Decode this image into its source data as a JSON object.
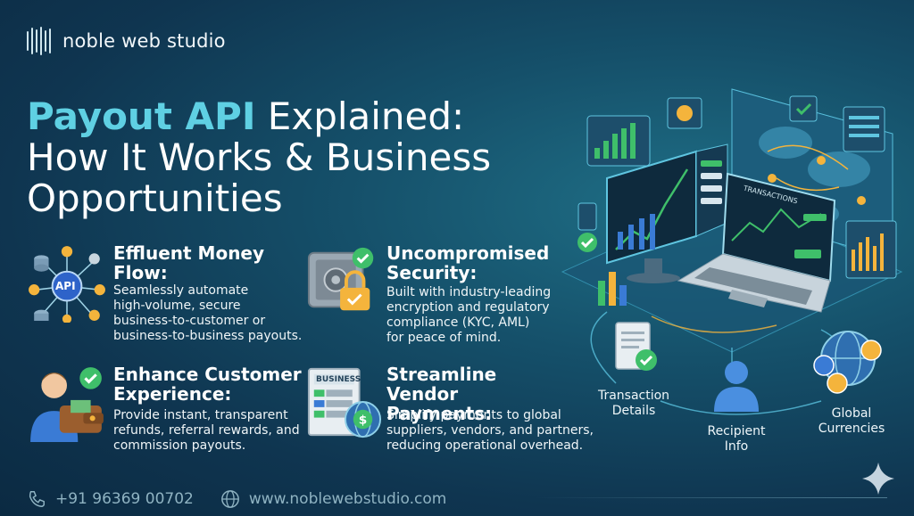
{
  "brand": {
    "name": "noble web studio"
  },
  "headline": {
    "accent": "Payout API",
    "rest": " Explained:",
    "line2": "How It Works & Business",
    "line3": "Opportunities"
  },
  "features": [
    {
      "title_l1": "Effluent Money",
      "title_l2": "Flow:",
      "body": [
        "Seamlessly automate",
        "high-volume, secure",
        "business-to-customer or",
        "business-to-business payouts."
      ],
      "icon": "api-hub-icon",
      "icon_label": "API"
    },
    {
      "title_l1": "Uncompromised",
      "title_l2": "Security:",
      "body": [
        "Built with industry-leading",
        "encryption and regulatory",
        "compliance (KYC, AML)",
        "for peace of mind."
      ],
      "icon": "safe-lock-icon"
    },
    {
      "title_l1": "Enhance Customer",
      "title_l2": "Experience:",
      "body": [
        "Provide instant, transparent",
        "refunds, referral rewards, and",
        "commission payouts."
      ],
      "icon": "customer-wallet-icon"
    },
    {
      "title_l1": "Streamline Vendor",
      "title_l2": "Payments:",
      "body": [
        "Simplify payments to global",
        "suppliers, vendors, and partners,",
        "reducing operational overhead."
      ],
      "icon": "business-invoice-icon",
      "icon_label": "BUSINESS"
    }
  ],
  "hero": {
    "screen_title": "TRANSACTIONS",
    "labels": {
      "transaction": [
        "Transaction",
        "Details"
      ],
      "recipient": [
        "Recipient",
        "Info"
      ],
      "currencies": [
        "Global",
        "Currencies"
      ]
    }
  },
  "contact": {
    "phone": "+91 96369 00702",
    "website": "www.noblewebstudio.com"
  },
  "colors": {
    "accent": "#5fd0e3",
    "bg_dark": "#0b2a42",
    "gold": "#f4b43c",
    "green": "#3fbf6a"
  }
}
